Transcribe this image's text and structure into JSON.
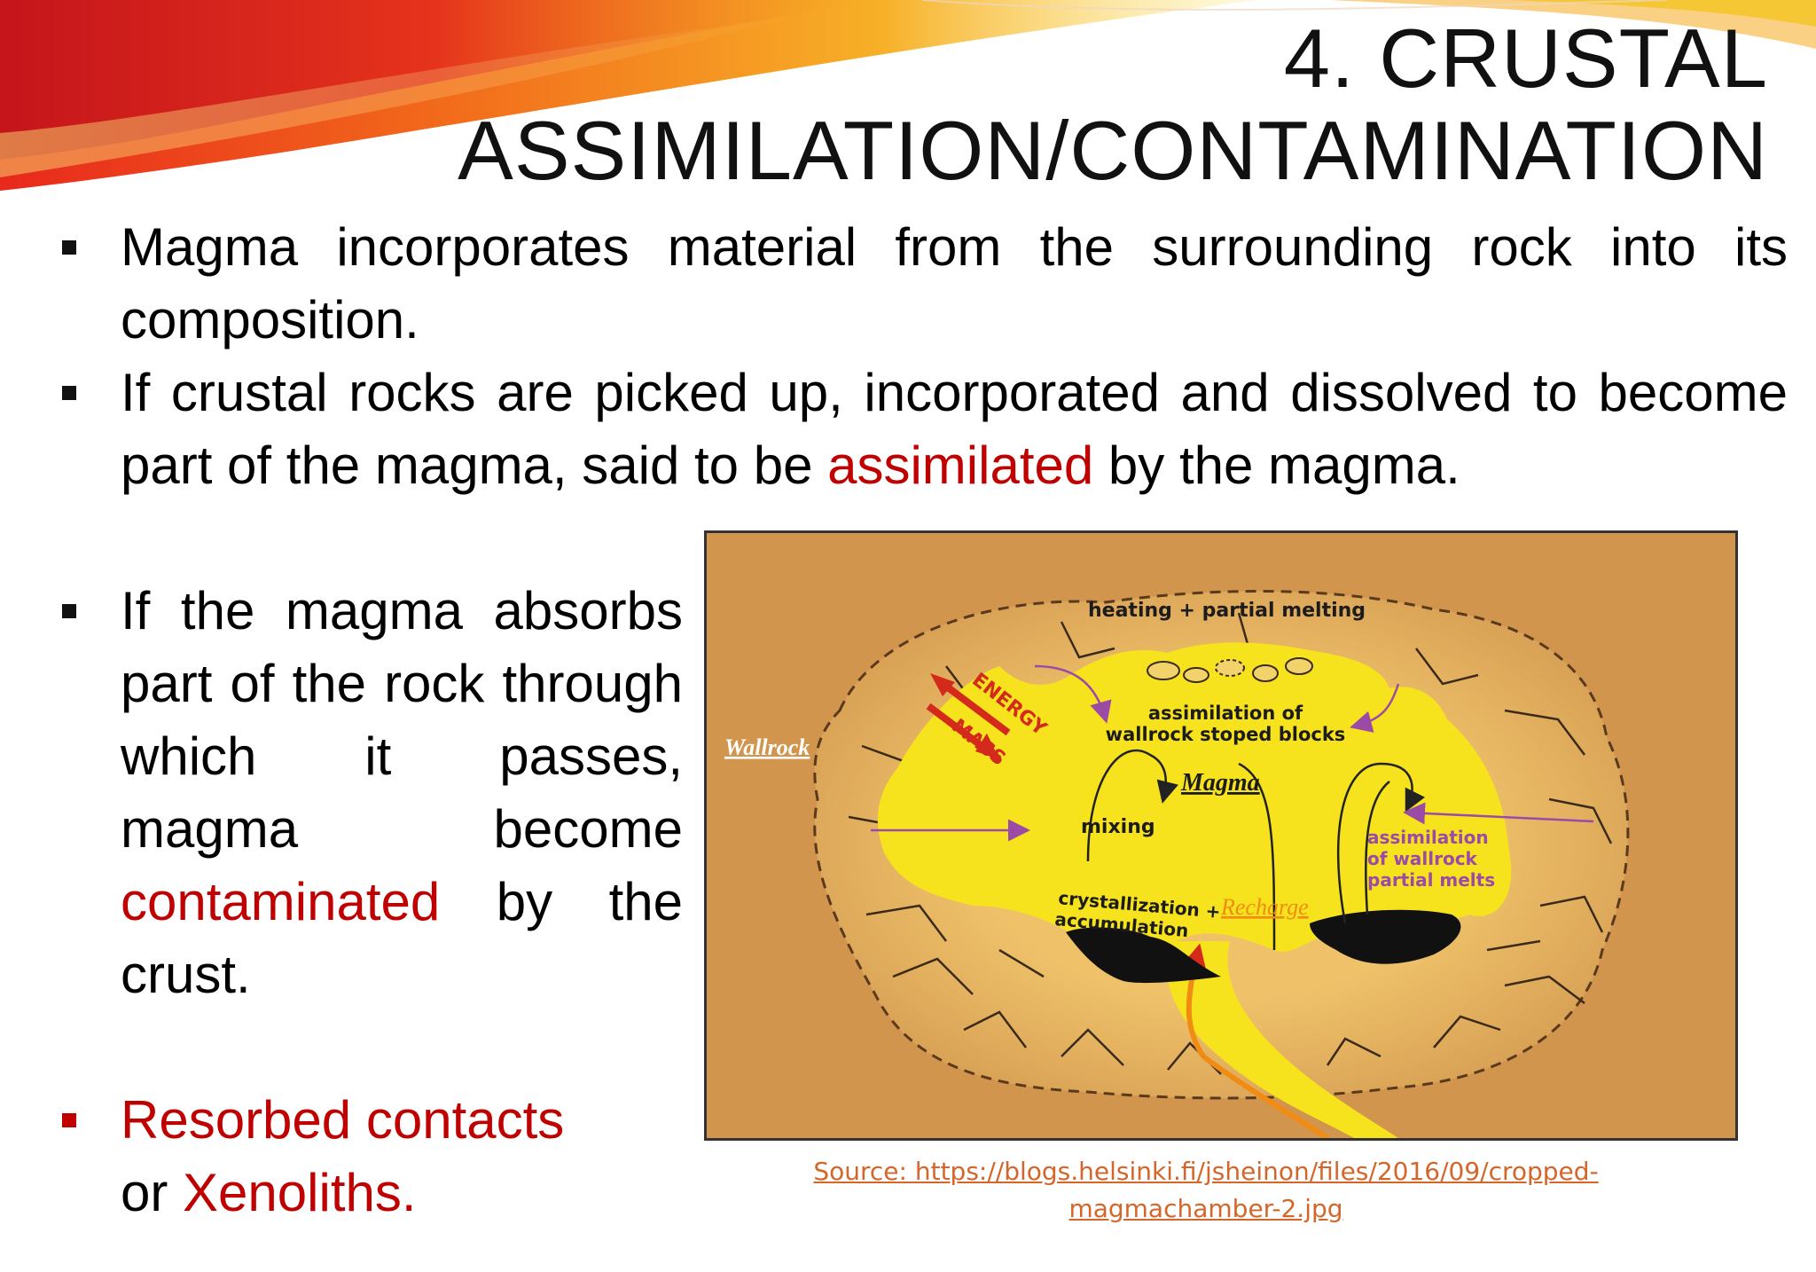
{
  "slide": {
    "title_line1": "4. CRUSTAL",
    "title_line2": "ASSIMILATION/CONTAMINATION",
    "bullet1": "Magma incorporates material from the surrounding rock into its composition.",
    "bullet2_part1": "If crustal rocks are picked up, incorporated and dissolved to become part of the magma, said to be ",
    "bullet2_highlight": "assimilated",
    "bullet2_part2": " by the magma.",
    "bullet3_part1": "If the magma absorbs part of the rock through which it passes, magma become ",
    "bullet3_highlight": "contaminated",
    "bullet3_part2": " by the crust.",
    "bullet4_part1": "Resorbed contacts",
    "bullet4_part2": "or ",
    "bullet4_highlight": "Xenoliths.",
    "source_line1": "Source:       https://blogs.helsinki.fi/jsheinon/files/2016/09/cropped-",
    "source_line2": "magmachamber-2.jpg"
  },
  "diagram": {
    "heating": "heating + partial melting",
    "energy": "ENERGY",
    "mass": "MASS",
    "stoped1": "assimilation of",
    "stoped2": "wallrock stoped blocks",
    "wallrock": "Wallrock",
    "magma": "Magma",
    "mixing": "mixing",
    "melts1": "assimilation",
    "melts2": "of wallrock",
    "melts3": "partial melts",
    "cryst1": "crystallization +",
    "cryst2": "accumulation",
    "recharge": "Recharge"
  },
  "colors": {
    "accent_red": "#c00000",
    "wallrock": "#d1954d",
    "aureole": "#e6b96a",
    "magma": "#f7e21e",
    "source_link": "#d4662a"
  }
}
